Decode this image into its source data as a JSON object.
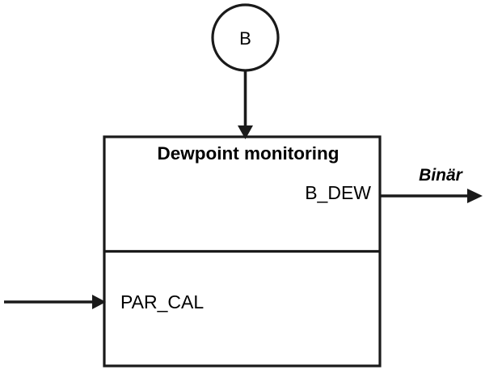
{
  "diagram": {
    "type": "block-diagram",
    "background_color": "#ffffff",
    "line_color": "#1a1a1a",
    "text_color": "#000000",
    "source_node": {
      "label": "B",
      "shape": "circle"
    },
    "block": {
      "title": "Dewpoint monitoring",
      "sections": [
        {
          "name": "upper-section",
          "port_label": "B_DEW",
          "port_direction": "output"
        },
        {
          "name": "lower-section",
          "port_label": "PAR_CAL",
          "port_direction": "input"
        }
      ]
    },
    "connections": [
      {
        "name": "source-to-block",
        "from": "B",
        "to": "Dewpoint monitoring",
        "orientation": "vertical",
        "label": ""
      },
      {
        "name": "block-output",
        "from": "B_DEW",
        "to": "",
        "orientation": "horizontal",
        "label": "Binär"
      },
      {
        "name": "block-input",
        "from": "",
        "to": "PAR_CAL",
        "orientation": "horizontal",
        "label": ""
      }
    ]
  }
}
